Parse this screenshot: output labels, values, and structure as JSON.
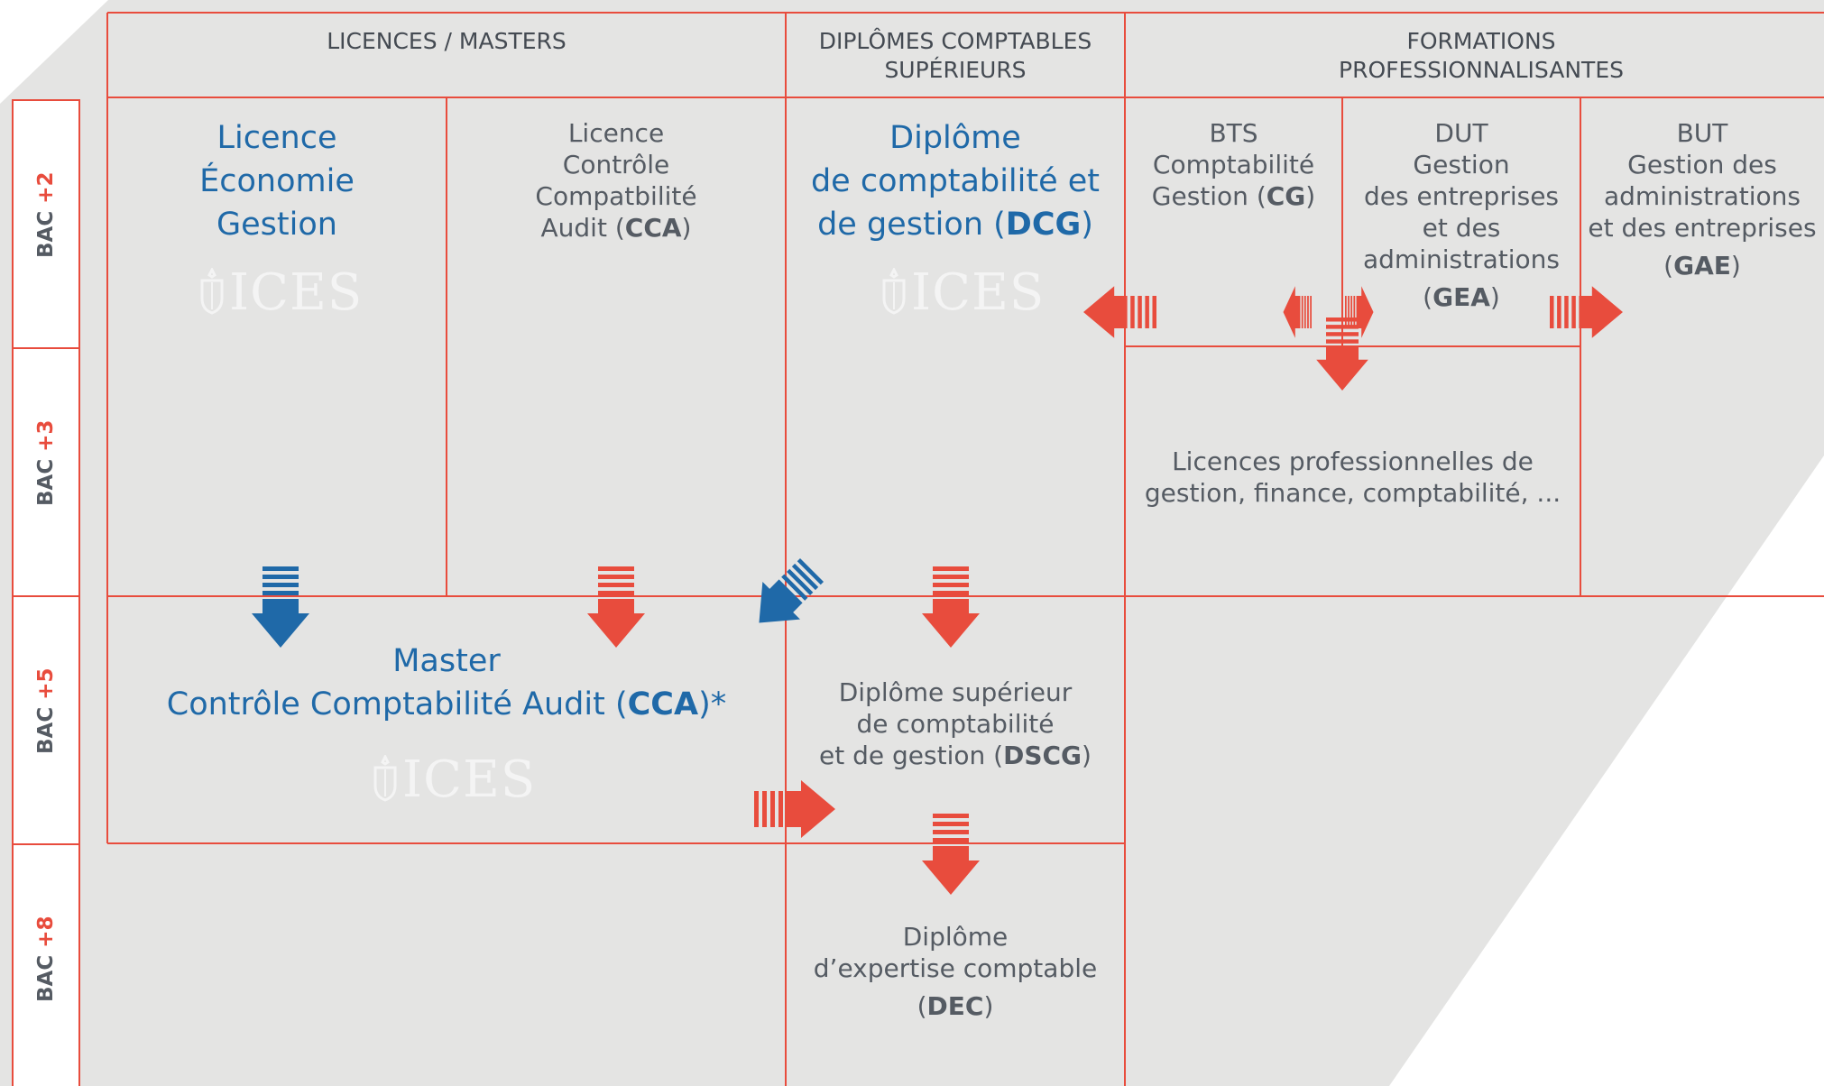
{
  "colors": {
    "background": "#e4e4e3",
    "grid_line": "#e84c3d",
    "arrow_red": "#e84c3d",
    "arrow_blue": "#1f69a8",
    "text_grey": "#555b63",
    "text_blue": "#1f69a8",
    "logo": "#f4f4f4"
  },
  "columns": {
    "licences_masters": "LICENCES / MASTERS",
    "diplomes_l1": "DIPLÔMES COMPTABLES",
    "diplomes_l2": "SUPÉRIEURS",
    "formations_l1": "FORMATIONS",
    "formations_l2": "PROFESSIONNALISANTES"
  },
  "levels": {
    "bac2": {
      "prefix": "BAC ",
      "num": "+2"
    },
    "bac3": {
      "prefix": "BAC ",
      "num": "+3"
    },
    "bac5": {
      "prefix": "BAC ",
      "num": "+5"
    },
    "bac8": {
      "prefix": "BAC ",
      "num": "+8"
    }
  },
  "boxes": {
    "licence_eco": {
      "l1": "Licence",
      "l2": "Économie",
      "l3": "Gestion"
    },
    "licence_cca": {
      "l1": "Licence",
      "l2": "Contrôle",
      "l3": "Compatbilité",
      "l4a": "Audit (",
      "l4b": "CCA",
      "l4c": ")"
    },
    "dcg": {
      "l1": "Diplôme",
      "l2": "de comptabilité et",
      "l3a": "de gestion (",
      "l3b": "DCG",
      "l3c": ")"
    },
    "bts": {
      "l1": "BTS",
      "l2": "Comptabilité",
      "l3a": "Gestion (",
      "l3b": "CG",
      "l3c": ")"
    },
    "dut": {
      "l1": "DUT",
      "l2": "Gestion",
      "l3": "des entreprises",
      "l4": "et des",
      "l5": "administrations",
      "l6a": "(",
      "l6b": "GEA",
      "l6c": ")"
    },
    "but": {
      "l1": "BUT",
      "l2": "Gestion des",
      "l3": "administrations",
      "l4": "et des entreprises",
      "l5a": "(",
      "l5b": "GAE",
      "l5c": ")"
    },
    "licences_pro": {
      "l1": "Licences professionnelles de",
      "l2": "gestion, finance, comptabilité, ..."
    },
    "master": {
      "l1": "Master",
      "l2a": "Contrôle Comptabilité Audit (",
      "l2b": "CCA",
      "l2c": ")*"
    },
    "dscg": {
      "l1": "Diplôme supérieur",
      "l2": "de comptabilité",
      "l3a": "et de gestion (",
      "l3b": "DSCG",
      "l3c": ")"
    },
    "dec": {
      "l1": "Diplôme",
      "l2": "d’expertise comptable",
      "l3a": "(",
      "l3b": "DEC",
      "l3c": ")"
    }
  },
  "logo_text": "ICES"
}
